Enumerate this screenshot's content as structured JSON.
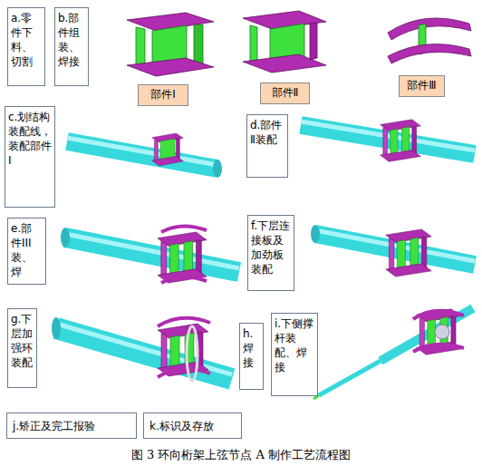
{
  "diagram": {
    "caption": "图 3 环向桁架上弦节点 A 制作工艺流程图",
    "nodes": [
      {
        "text": [
          "a.零件下料、切割"
        ]
      },
      {
        "text": [
          "b.部件组装、焊接"
        ]
      },
      {
        "text": [
          "部件Ⅰ"
        ]
      },
      {
        "text": [
          "部件Ⅱ"
        ]
      },
      {
        "text": [
          "部件Ⅲ"
        ]
      },
      {
        "text": [
          "c.划结构装配线，装配部件Ⅰ"
        ]
      },
      {
        "text": [
          "d.部件Ⅱ装配"
        ]
      },
      {
        "text": [
          "e.部件III装、焊"
        ]
      },
      {
        "text": [
          "f.下层连接板及加劲板装配"
        ]
      },
      {
        "text": [
          "g.下层加强环装配"
        ]
      },
      {
        "text": [
          "h.焊接"
        ]
      },
      {
        "text": [
          "i.下侧撑杆装配、焊接"
        ]
      },
      {
        "text": [
          "j.矫正及完工报验"
        ]
      },
      {
        "text": [
          "k.标识及存放"
        ]
      }
    ]
  }
}
